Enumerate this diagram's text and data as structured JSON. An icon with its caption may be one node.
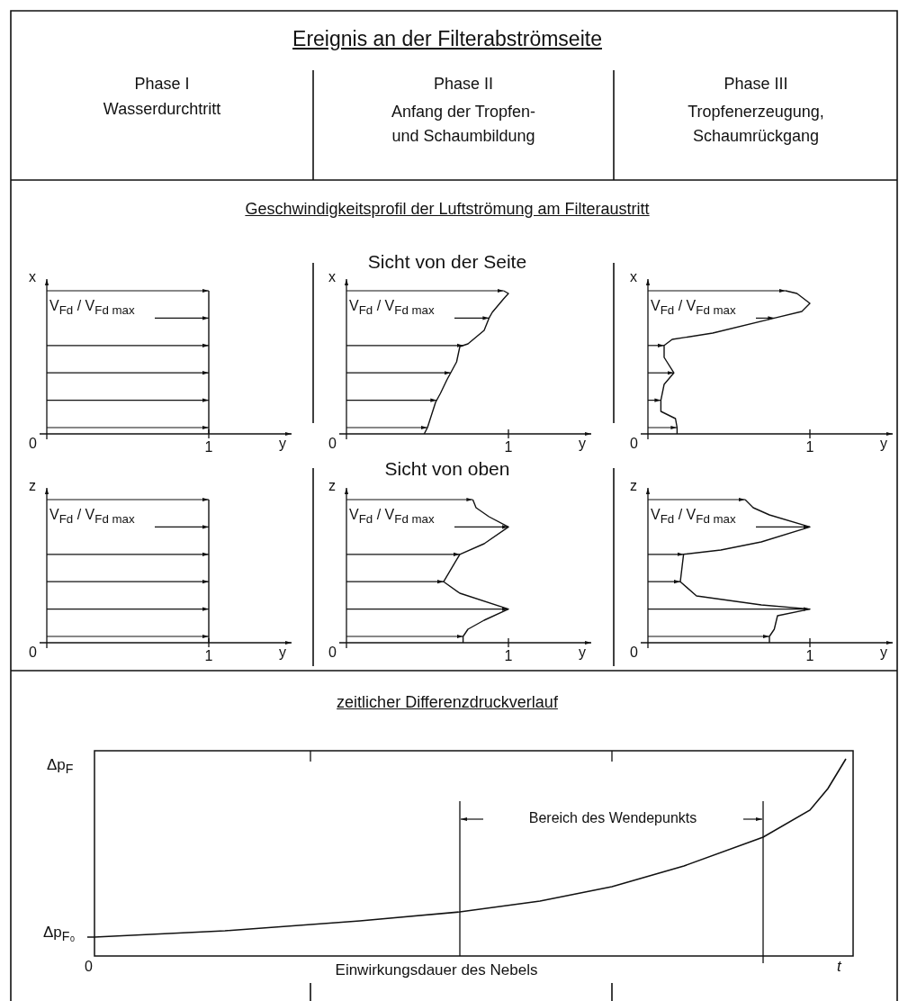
{
  "diagram": {
    "title": "Ereignis an der Filterabströmseite",
    "labels": [
      "Phase I",
      "Wasserdurchtritt",
      "Phase II",
      "Anfang der Tropfen- und Schaumbildung",
      "Phase III",
      "Tropfenerzeugung, Schaumrückgang",
      "Geschwindigkeitsprofil der Luftströmung am Filteraustritt",
      "Sicht von der Seite",
      "x",
      "V$_{Fd}$ / V$_{Fd max}$",
      "0",
      "1",
      "y",
      "x",
      "V$_{Fd}$ / V$_{Fd max}$",
      "0",
      "1",
      "y",
      "x",
      "V$_{Fd}$ / V$_{Fd max}$",
      "0",
      "1",
      "y",
      "Sicht von oben",
      "z",
      "V$_{Fd}$ / V$_{Fd max}$",
      "0",
      "1",
      "y",
      "z",
      "V$_{Fd}$ / V$_{Fd max}$",
      "0",
      "1",
      "y",
      "z",
      "V$_{Fd}$ / V$_{Fd max}$",
      "0",
      "1",
      "y",
      "zeitlicher Differenzdruckverlauf",
      "Δp$_{F}$",
      "Bereich des Wendepunkts",
      "Δp$_{F₀}$",
      "0",
      "Einwirkungsdauer des Nebels",
      "t"
    ]
  }
}
